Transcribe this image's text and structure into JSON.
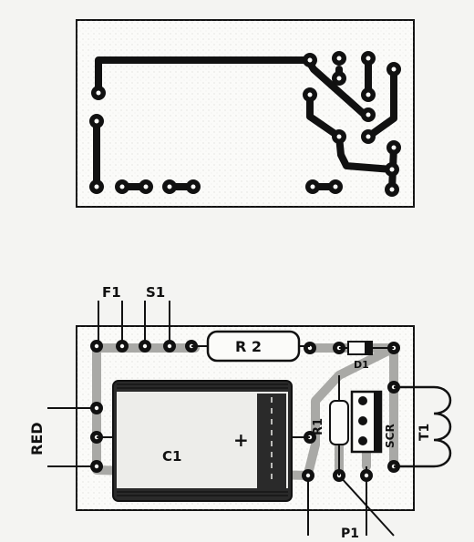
{
  "labels": {
    "f1": "F1",
    "s1": "S1",
    "r2": "R 2",
    "d1": "D1",
    "red": "RED",
    "c1": "C1",
    "plus": "+",
    "r1": "R1",
    "scr": "SCR",
    "t1": "T1",
    "p1": "P1"
  },
  "colors": {
    "ink": "#111111",
    "paper": "#f4f4f2",
    "board": "#fbfbf9"
  }
}
